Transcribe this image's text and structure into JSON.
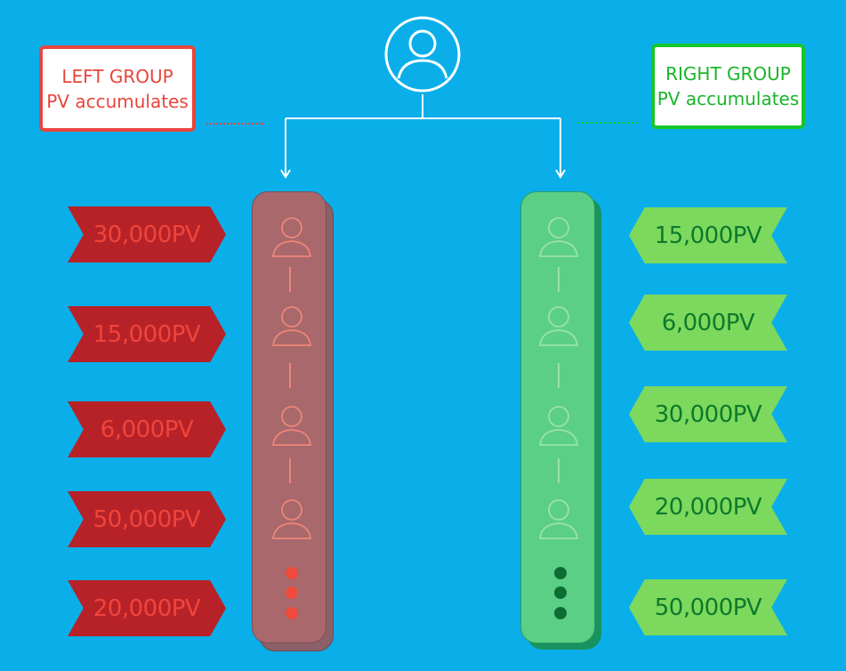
{
  "left_group": {
    "title": "LEFT GROUP",
    "subtitle": "PV accumulates",
    "values": [
      "30,000PV",
      "15,000PV",
      "6,000PV",
      "50,000PV",
      "20,000PV"
    ]
  },
  "right_group": {
    "title": "RIGHT GROUP",
    "subtitle": "PV accumulates",
    "values": [
      "15,000PV",
      "6,000PV",
      "30,000PV",
      "20,000PV",
      "50,000PV"
    ]
  },
  "colors": {
    "background": "#0aafe9",
    "left_accent": "#e8453c",
    "left_tag": "#b72228",
    "right_accent": "#17c62a",
    "right_tag": "#7dd95d"
  },
  "icons": {
    "top": "user-circle-icon",
    "member": "person-icon",
    "more": "vertical-ellipsis-icon"
  }
}
